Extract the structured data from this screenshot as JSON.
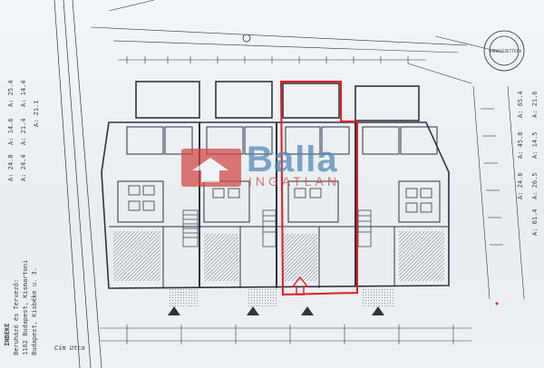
{
  "watermark": {
    "brand": "Balla",
    "sub": "INGATLAN"
  },
  "legend_text": {
    "l1": "INBEKE",
    "l2": "Beruházó és Tervező:",
    "l3": "1162 Budapest, Kismartoni",
    "l4": "Budapest, Kisbéke u. 3."
  },
  "stamp_text": "KÖRNYEZETTERV",
  "left_dims": [
    "A: 25.4",
    "A: 14.6",
    "A: 24.0",
    "A: 14.4",
    "A: 21.4",
    "A: 24.4",
    "A: 21.1"
  ],
  "right_dims": [
    "A: 65.4",
    "A: 45.8",
    "A: 24.6",
    "A: 21.6",
    "A: 14.5",
    "A: 26.5",
    "A: 61.4"
  ],
  "bottom_note": "Cím Utca",
  "highlight_color": "#e31b23",
  "colors": {
    "line": "#2e3440",
    "hatch": "#6b7280",
    "brand_red": "#d24545",
    "brand_blue": "#4f86b6"
  }
}
